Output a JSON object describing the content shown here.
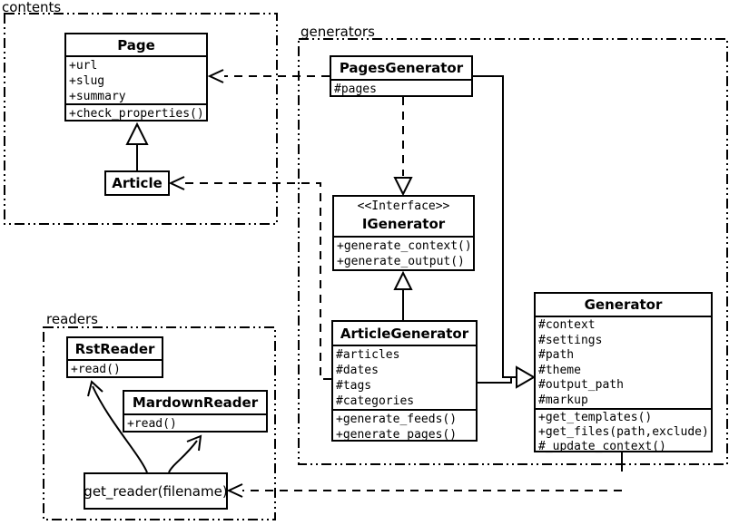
{
  "packages": {
    "contents": {
      "label": "contents"
    },
    "generators": {
      "label": "generators"
    },
    "readers": {
      "label": "readers"
    }
  },
  "classes": {
    "page": {
      "name": "Page",
      "attrs": [
        "+url",
        "+slug",
        "+summary"
      ],
      "methods": [
        "+check_properties()"
      ]
    },
    "article": {
      "name": "Article"
    },
    "pages_generator": {
      "name": "PagesGenerator",
      "attrs": [
        "#pages"
      ]
    },
    "igenerator": {
      "stereotype": "<<Interface>>",
      "name": "IGenerator",
      "methods": [
        "+generate_context()",
        "+generate_output()"
      ]
    },
    "article_generator": {
      "name": "ArticleGenerator",
      "attrs": [
        "#articles",
        "#dates",
        "#tags",
        "#categories"
      ],
      "methods": [
        "+generate_feeds()",
        "+generate_pages()"
      ]
    },
    "generator": {
      "name": "Generator",
      "attrs": [
        "#context",
        "#settings",
        "#path",
        "#theme",
        "#output_path",
        "#markup"
      ],
      "methods": [
        "+get_templates()",
        "+get_files(path,exclude)",
        "#_update_context()"
      ]
    },
    "rst_reader": {
      "name": "RstReader",
      "methods": [
        "+read()"
      ]
    },
    "mardown_reader": {
      "name": "MardownReader",
      "methods": [
        "+read()"
      ]
    },
    "get_reader": {
      "label": "get_reader(filename)"
    }
  },
  "colors": {
    "stroke": "#000000",
    "background": "#ffffff"
  }
}
